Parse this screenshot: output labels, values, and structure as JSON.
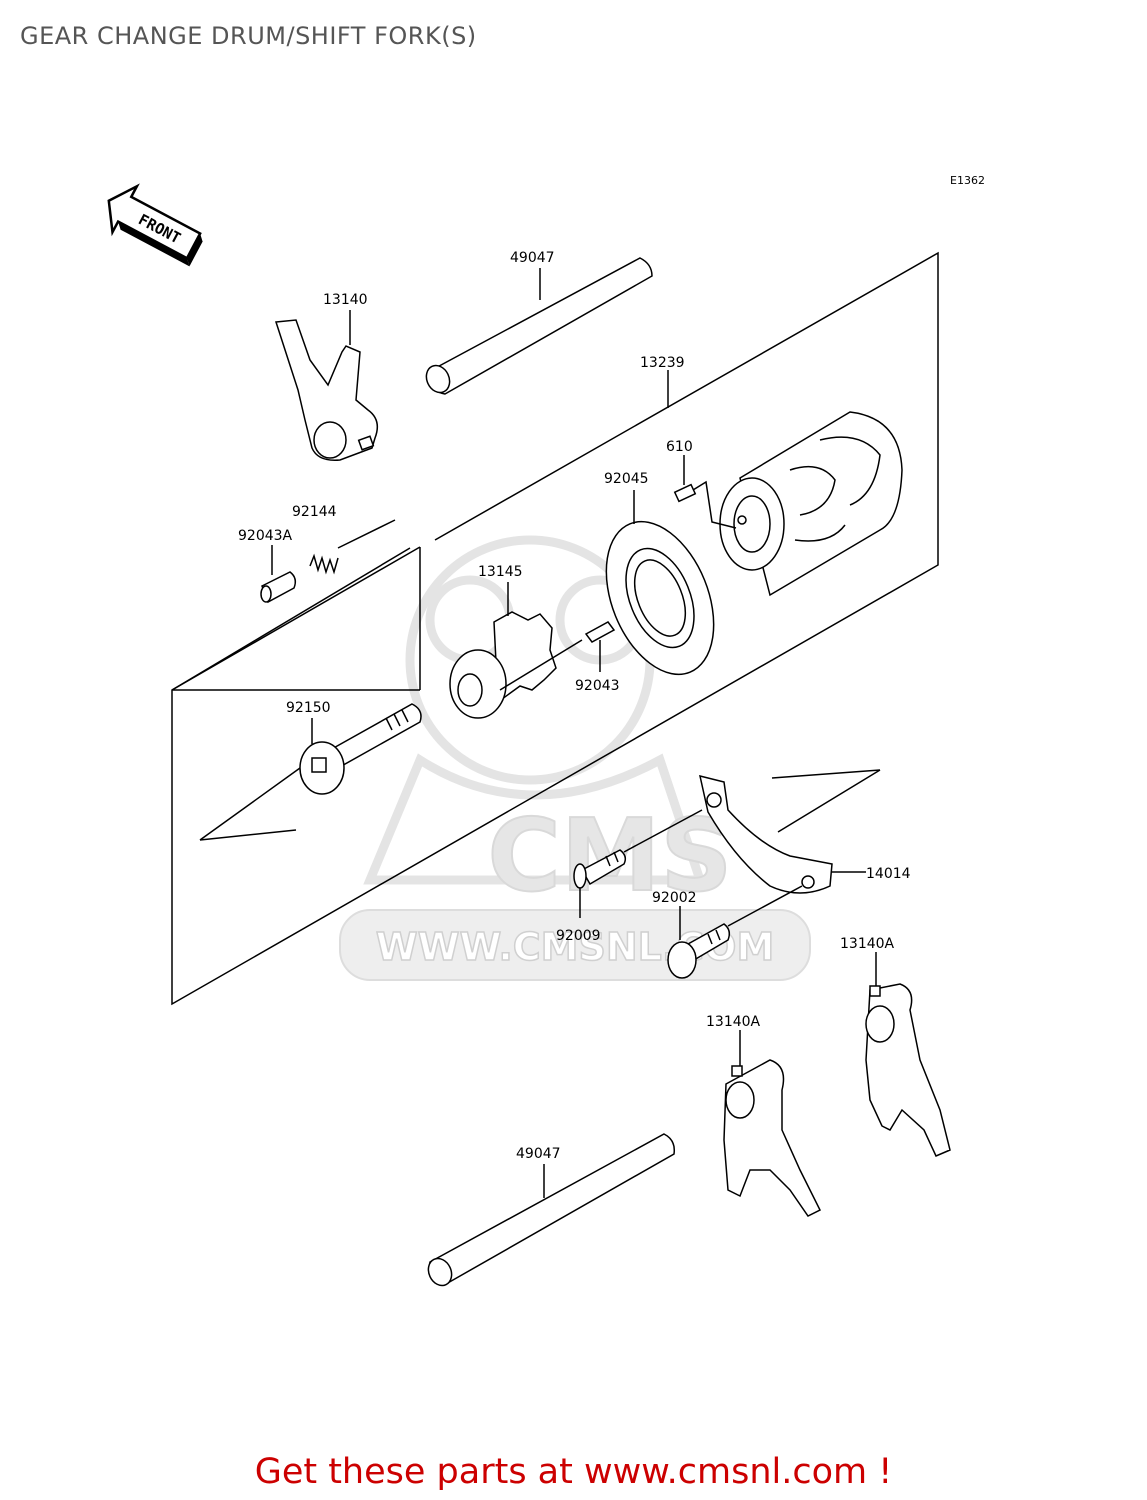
{
  "header": {
    "title": "GEAR CHANGE DRUM/SHIFT FORK(S)"
  },
  "diagram_code": "E1362",
  "direction_mark": "FRONT",
  "watermark": {
    "brand": "CMS",
    "url": "WWW.CMSNL.COM"
  },
  "parts": [
    {
      "id": "shaft-top",
      "label": "49047"
    },
    {
      "id": "fork-top",
      "label": "13140"
    },
    {
      "id": "drum",
      "label": "13239"
    },
    {
      "id": "pin-610",
      "label": "610"
    },
    {
      "id": "bearing",
      "label": "92045"
    },
    {
      "id": "spring",
      "label": "92144"
    },
    {
      "id": "pin-92043a",
      "label": "92043A"
    },
    {
      "id": "drum-cam",
      "label": "13145"
    },
    {
      "id": "pin-92043",
      "label": "92043"
    },
    {
      "id": "bolt-92150",
      "label": "92150"
    },
    {
      "id": "plate",
      "label": "14014"
    },
    {
      "id": "screw-92009",
      "label": "92009"
    },
    {
      "id": "bolt-92002",
      "label": "92002"
    },
    {
      "id": "fork-right",
      "label": "13140A"
    },
    {
      "id": "fork-mid",
      "label": "13140A"
    },
    {
      "id": "shaft-bottom",
      "label": "49047"
    }
  ],
  "footer": {
    "cta": "Get these parts at www.cmsnl.com !"
  }
}
